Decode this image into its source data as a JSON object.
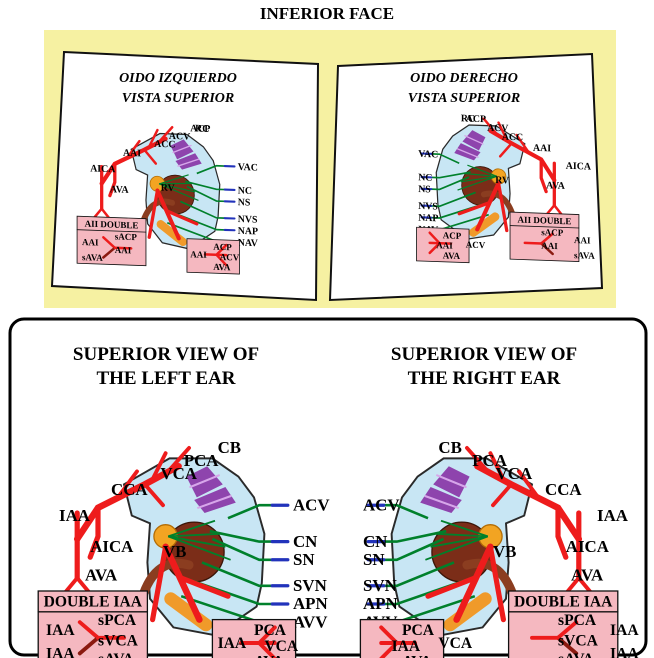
{
  "header": {
    "title": "INFERIOR FACE"
  },
  "colors": {
    "vessel": "#ee1c1c",
    "nerve": "#00802b",
    "nerve_tip": "#2233bb",
    "ear_fill": "#c8e6f4",
    "vestibule": "#7b2d18",
    "canal_purple": "#8e44ad",
    "ganglion": "#f2a422",
    "box_pink": "#f5b8c0",
    "top_bg": "#f6f1a2"
  },
  "top_panels": {
    "left": {
      "title": [
        "OIDO IZQUIERDO",
        "VISTA SUPERIOR"
      ],
      "vessels": [
        "ACP",
        "ACV",
        "ACC",
        "AAI",
        "AICA",
        "AVA"
      ],
      "nerves": [
        "VAC",
        "NC",
        "NS",
        "NVS",
        "NAP",
        "NAV"
      ],
      "labels": {
        "canal": "RC",
        "vestibule": "RV"
      },
      "double_box": {
        "title": "AII DOUBLE",
        "items": [
          "sACP",
          "AAI",
          "AAI",
          "sAVA"
        ]
      },
      "single_box": {
        "items": [
          "ACP",
          "AAI",
          "ACV",
          "AVA"
        ]
      }
    },
    "right": {
      "title": [
        "OIDO DERECHO",
        "VISTA SUPERIOR"
      ],
      "vessels": [
        "ACP",
        "ACV",
        "ACC",
        "AAI",
        "AICA",
        "AVA"
      ],
      "nerves": [
        "VAC",
        "NC",
        "NS",
        "NVS",
        "NAP",
        "NAV"
      ],
      "labels": {
        "canal": "RC",
        "vestibule": "RV"
      },
      "double_box": {
        "title": "AII DOUBLE",
        "items": [
          "sACP",
          "AAI",
          "AAI",
          "sAVA"
        ]
      },
      "single_box": {
        "items": [
          "ACP",
          "ACV",
          "AAI",
          "AVA"
        ]
      }
    }
  },
  "bottom": {
    "left": {
      "title": [
        "SUPERIOR VIEW OF",
        "THE LEFT EAR"
      ],
      "vessels": [
        "CB",
        "PCA",
        "VCA",
        "CCA",
        "IAA",
        "AICA",
        "AVA"
      ],
      "nerves": [
        "ACV",
        "CN",
        "SN",
        "SVN",
        "APN",
        "AVV"
      ],
      "vestibule_label": "VB",
      "double_box": {
        "title": "DOUBLE  IAA",
        "items": [
          "sPCA",
          "IAA",
          "sVCA",
          "IAA",
          "sAVA"
        ]
      },
      "single_box": {
        "items": [
          "PCA",
          "IAA",
          "VCA",
          "AVA"
        ]
      }
    },
    "right": {
      "title": [
        "SUPERIOR VIEW OF",
        "THE RIGHT EAR"
      ],
      "vessels": [
        "CB",
        "PCA",
        "VCA",
        "CCA",
        "IAA",
        "AICA",
        "AVA"
      ],
      "nerves": [
        "ACV",
        "CN",
        "SN",
        "SVN",
        "APN",
        "AVV"
      ],
      "vestibule_label": "VB",
      "double_box": {
        "title": "DOUBLE  IAA",
        "items": [
          "sPCA",
          "IAA",
          "sVCA",
          "IAA",
          "sAVA"
        ]
      },
      "single_box": {
        "items": [
          "PCA",
          "VCA",
          "IAA",
          "AVA"
        ]
      }
    }
  }
}
